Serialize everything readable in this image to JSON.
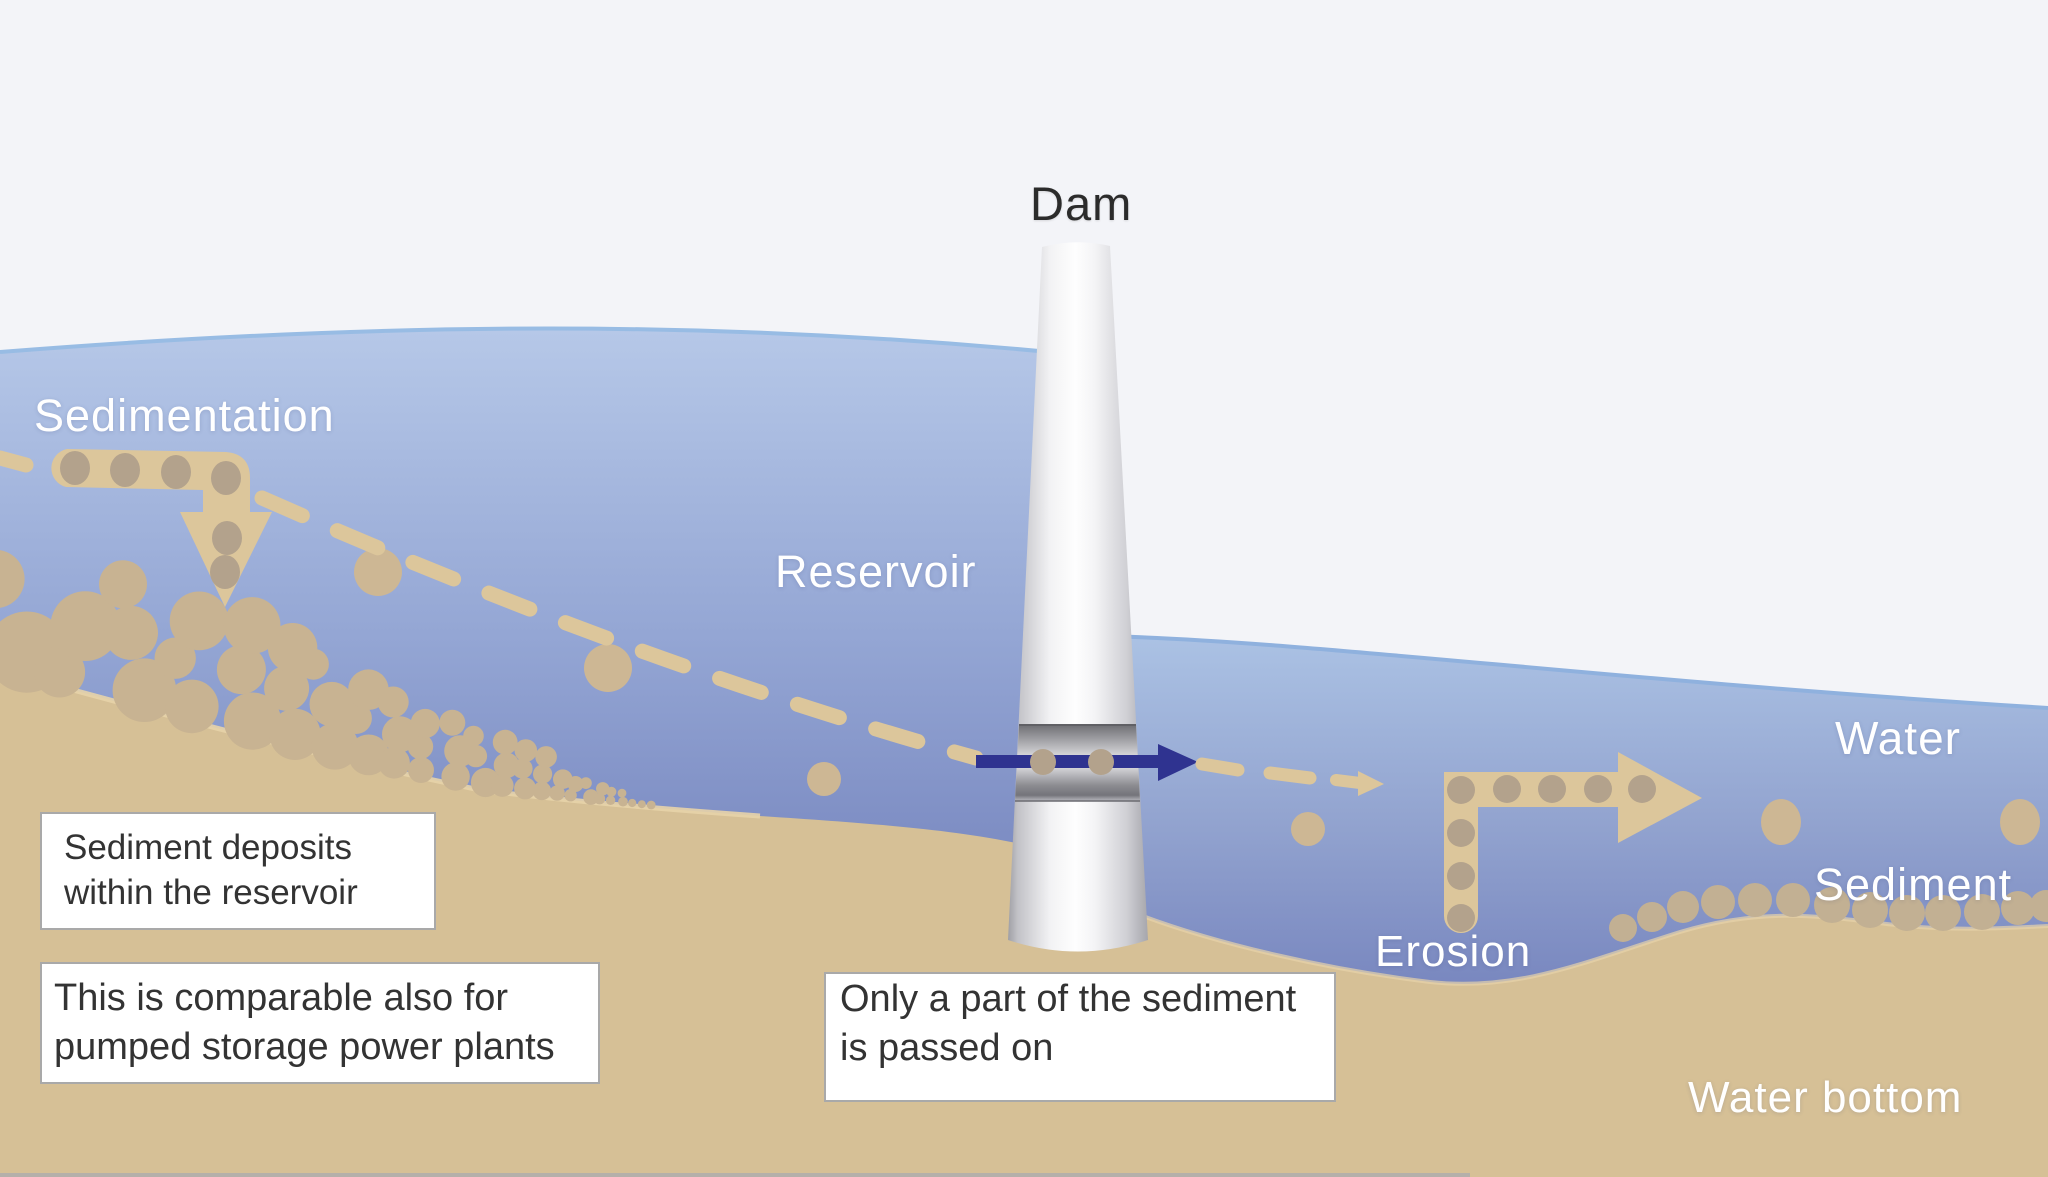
{
  "title": "Reservoir sedimentation diagram",
  "labels": {
    "dam": "Dam",
    "sedimentation": "Sedimentation",
    "reservoir": "Reservoir",
    "water": "Water",
    "sediment": "Sediment",
    "erosion": "Erosion",
    "water_bottom": "Water bottom"
  },
  "callouts": {
    "deposits": {
      "lines": [
        "Sediment deposits",
        "within the reservoir"
      ]
    },
    "pumped": {
      "lines": [
        "This is comparable also for",
        "pumped storage power plants"
      ]
    },
    "passed": {
      "lines": [
        "Only a part of the sediment",
        "is passed on"
      ]
    }
  },
  "colors": {
    "sky": "#f3f4f8",
    "water_top_left": "#b6c8e8",
    "water_deep_left": "#6b79b6",
    "water_top_right": "#abc2e4",
    "water_deep_right": "#7583bd",
    "water_surface_line": "#98bce4",
    "sand": "#d6c096",
    "sand_edge": "#e7d3a9",
    "sediment_pile": "#c8b392",
    "sediment_grain": "#c2b093",
    "floating_grain": "#cdb794",
    "arrow_tan": "#dcc69b",
    "arrow_dot": "#b3a28c",
    "navy_arrow": "#2f3390",
    "dam_light": "#fefefe",
    "dam_dark": "#a6a6ac",
    "gate_dark": "#6f6f74",
    "gate_light": "#ececef",
    "label_white": "#ffffff",
    "label_dark": "#2b2b2b",
    "box_border": "#a9a9a9",
    "box_text": "#333333",
    "bottom_strip": "#9aa2bb"
  }
}
